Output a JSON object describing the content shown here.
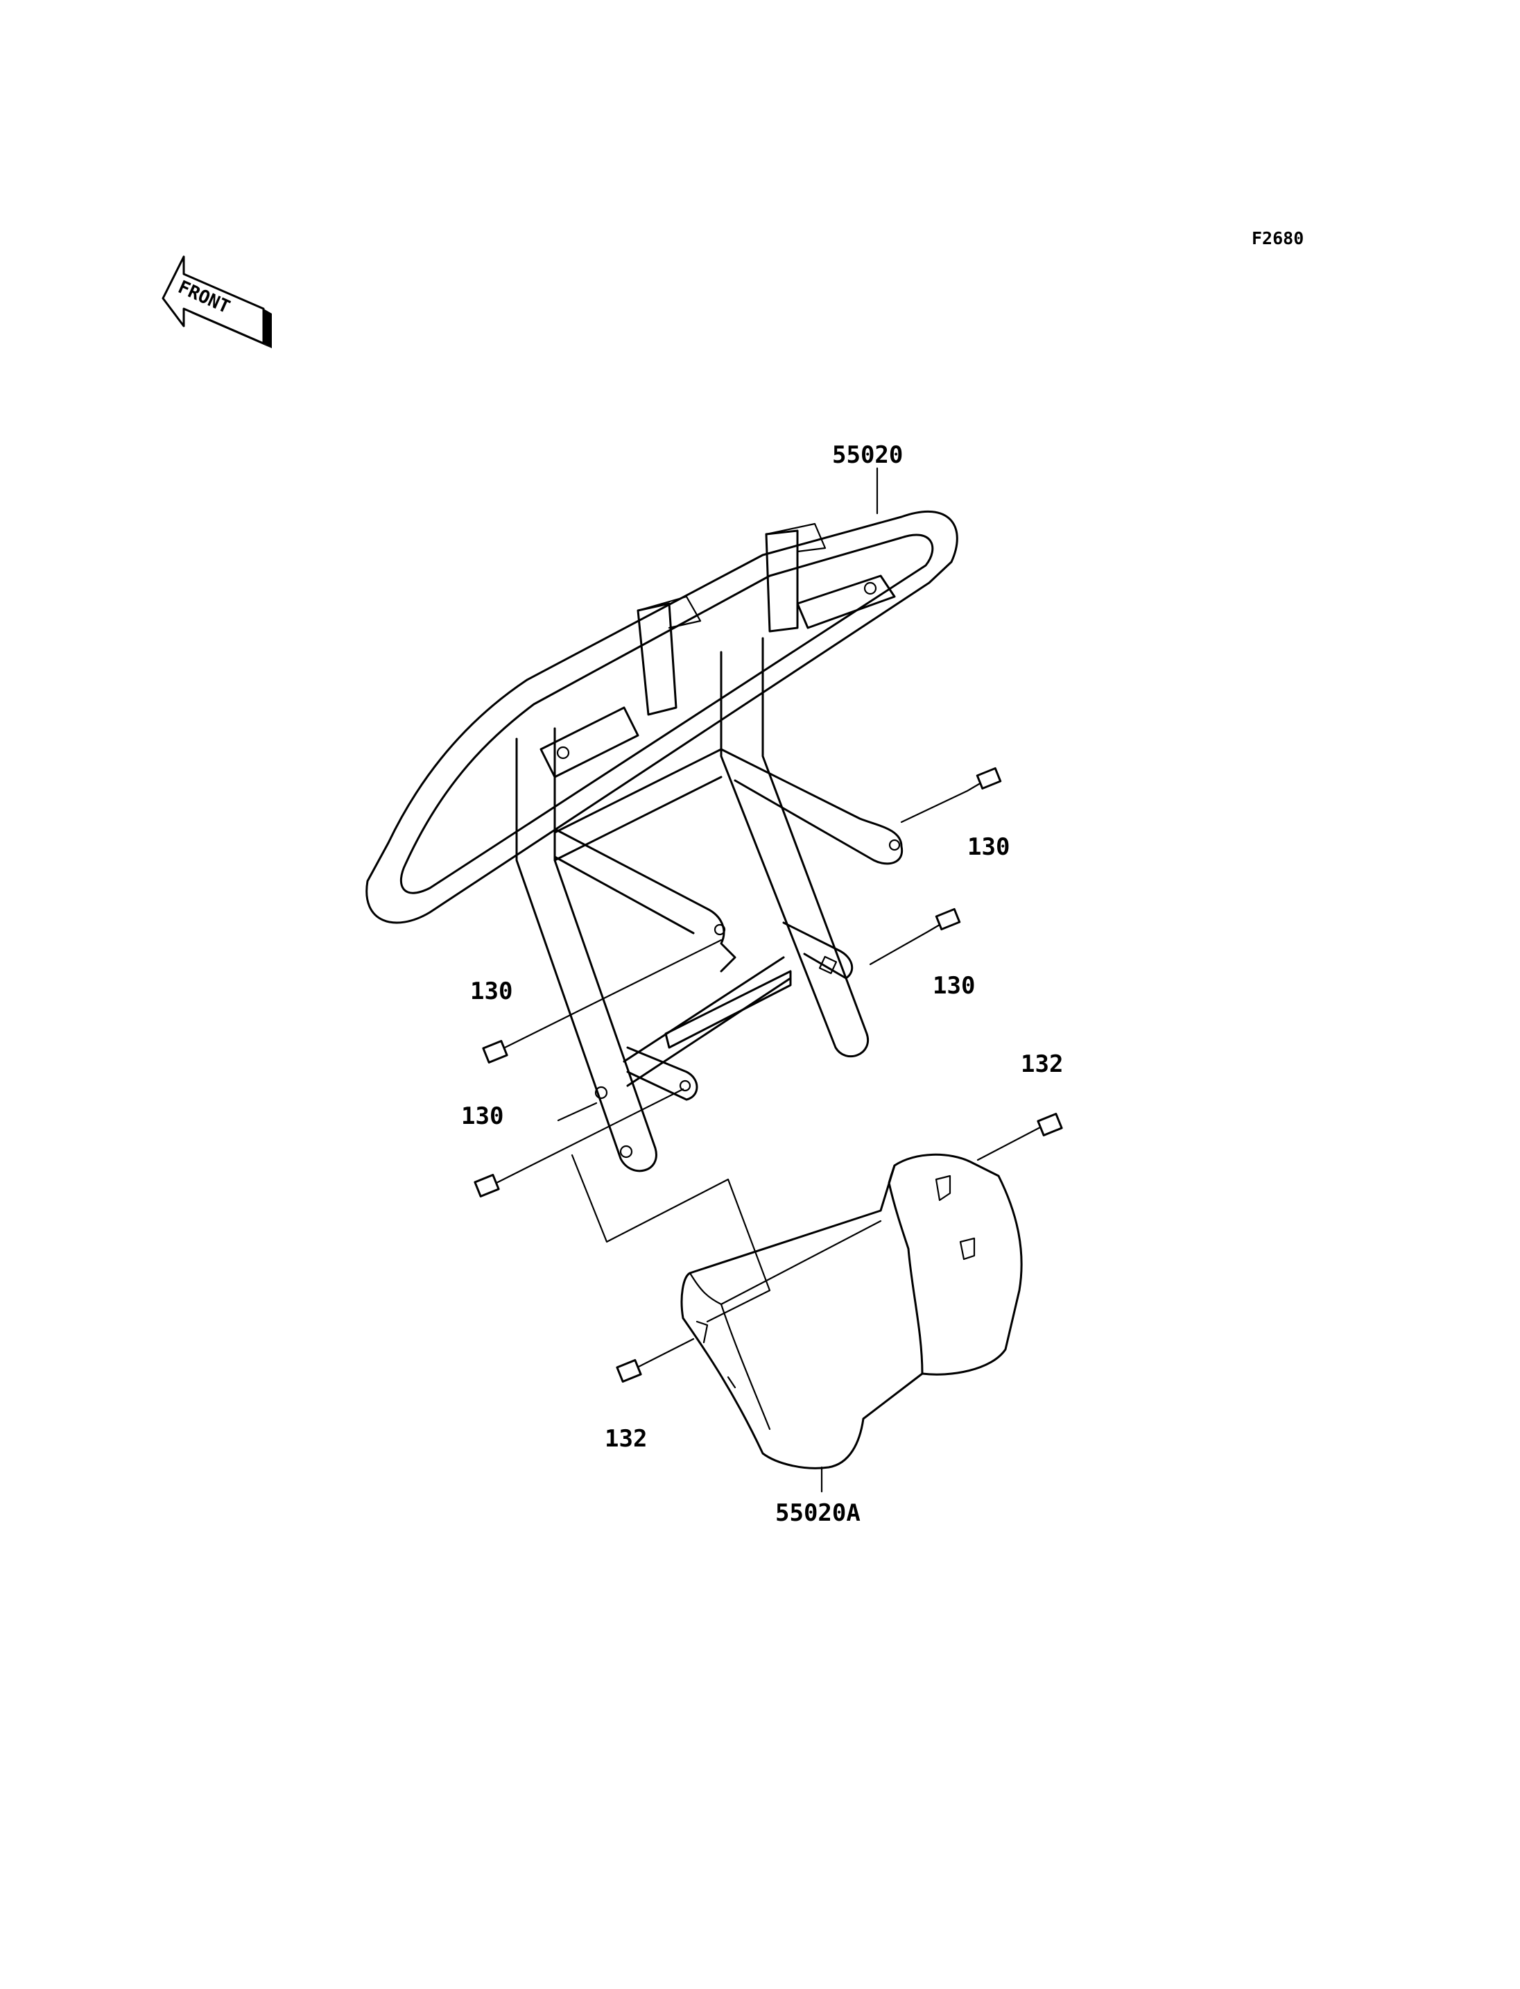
{
  "figure_code": "F2680",
  "front_arrow": {
    "text": "FRONT",
    "icon": "front-direction-arrow-icon"
  },
  "callouts": [
    {
      "id": "bumper",
      "label": "55020",
      "icon": "front-bumper-guard-icon"
    },
    {
      "id": "bolt-1",
      "label": "130",
      "icon": "flange-bolt-icon"
    },
    {
      "id": "bolt-2",
      "label": "130",
      "icon": "flange-bolt-icon"
    },
    {
      "id": "bolt-3",
      "label": "130",
      "icon": "flange-bolt-icon"
    },
    {
      "id": "bolt-4",
      "label": "130",
      "icon": "flange-bolt-icon"
    },
    {
      "id": "bolt-5",
      "label": "132",
      "icon": "flange-bolt-icon"
    },
    {
      "id": "bolt-6",
      "label": "132",
      "icon": "flange-bolt-icon"
    },
    {
      "id": "guard",
      "label": "55020A",
      "icon": "skid-plate-guard-icon"
    }
  ]
}
